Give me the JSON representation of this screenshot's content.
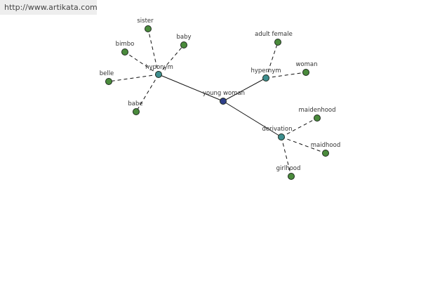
{
  "watermark": "http://www.artikata.com",
  "colors": {
    "background": "#ffffff",
    "watermark_bg": "#eeeeee",
    "edge": "#111111",
    "node_stroke": "#1f2a1f",
    "center_node": "#2f3f8a",
    "relation_node": "#3e8f8f",
    "leaf_node": "#4a8b3c"
  },
  "graph": {
    "center": "young woman",
    "relations": [
      {
        "id": "hyponym",
        "label": "hyponym",
        "parent": "young woman",
        "kind": "relation"
      },
      {
        "id": "hypernym",
        "label": "hypernym",
        "parent": "young woman",
        "kind": "relation"
      },
      {
        "id": "derivation",
        "label": "derivation",
        "parent": "young woman",
        "kind": "relation"
      }
    ],
    "leaves": [
      {
        "id": "sister",
        "label": "sister",
        "parent": "hyponym"
      },
      {
        "id": "baby",
        "label": "baby",
        "parent": "hyponym"
      },
      {
        "id": "bimbo",
        "label": "bimbo",
        "parent": "hyponym"
      },
      {
        "id": "belle",
        "label": "belle",
        "parent": "hyponym"
      },
      {
        "id": "babe",
        "label": "babe",
        "parent": "hyponym"
      },
      {
        "id": "adult female",
        "label": "adult female",
        "parent": "hypernym"
      },
      {
        "id": "woman",
        "label": "woman",
        "parent": "hypernym"
      },
      {
        "id": "maidenhood",
        "label": "maidenhood",
        "parent": "derivation"
      },
      {
        "id": "maidhood",
        "label": "maidhood",
        "parent": "derivation"
      },
      {
        "id": "girlhood",
        "label": "girlhood",
        "parent": "derivation"
      }
    ]
  }
}
